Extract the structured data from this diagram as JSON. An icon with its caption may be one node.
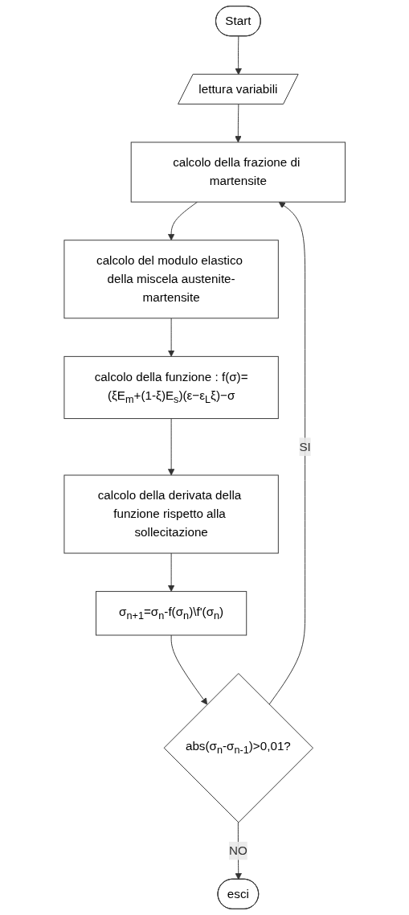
{
  "diagram": {
    "nodes": [
      {
        "text": [
          "Start"
        ]
      },
      {
        "text": [
          "lettura variabili"
        ]
      },
      {
        "text": [
          "calcolo della frazione di martensite"
        ]
      },
      {
        "text": [
          "calcolo del modulo elastico della miscela austenite-martensite"
        ]
      },
      {
        "text": [
          "calcolo della funzione : f(σ)=(ξE$_{m}$+(1-ξ)E$_{s}$)(ε−ε$_{L}$ξ)−σ"
        ]
      },
      {
        "text": [
          "calcolo della derivata della funzione rispetto alla sollecitazione"
        ]
      },
      {
        "text": [
          "σ$_{n+1}$=σ$_{n}$-f(σ$_{n}$)\\f'(σ$_{n}$)"
        ]
      },
      {
        "text": [
          "abs(σ$_{n}$-σ$_{n-1}$)>0,01?"
        ]
      },
      {
        "text": [
          "esci"
        ]
      }
    ],
    "edges": [
      {
        "from": 0,
        "to": 1,
        "arrow": "to"
      },
      {
        "from": 1,
        "to": 2,
        "arrow": "to"
      },
      {
        "from": 2,
        "to": 3,
        "arrow": "to"
      },
      {
        "from": 3,
        "to": 4,
        "arrow": "to"
      },
      {
        "from": 4,
        "to": 5,
        "arrow": "to"
      },
      {
        "from": 5,
        "to": 6,
        "arrow": "to"
      },
      {
        "from": 6,
        "to": 7,
        "arrow": "to"
      },
      {
        "from": 7,
        "to": 2,
        "arrow": "to",
        "label": "SI"
      },
      {
        "from": 7,
        "to": 8,
        "arrow": "to",
        "label": "NO"
      }
    ]
  }
}
